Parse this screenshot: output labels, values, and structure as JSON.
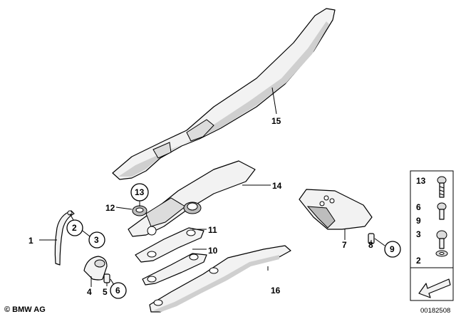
{
  "callouts": {
    "c1": "1",
    "c2": "2",
    "c3": "3",
    "c4": "4",
    "c5": "5",
    "c6": "6",
    "c7": "7",
    "c8": "8",
    "c9": "9",
    "c10": "10",
    "c11": "11",
    "c12": "12",
    "c13": "13",
    "c14": "14",
    "c15": "15",
    "c16": "16"
  },
  "legend": {
    "items": [
      "13",
      "6",
      "9",
      "3",
      "2"
    ]
  },
  "footer": {
    "copyright": "© BMW AG",
    "diagram_id": "00182508"
  }
}
